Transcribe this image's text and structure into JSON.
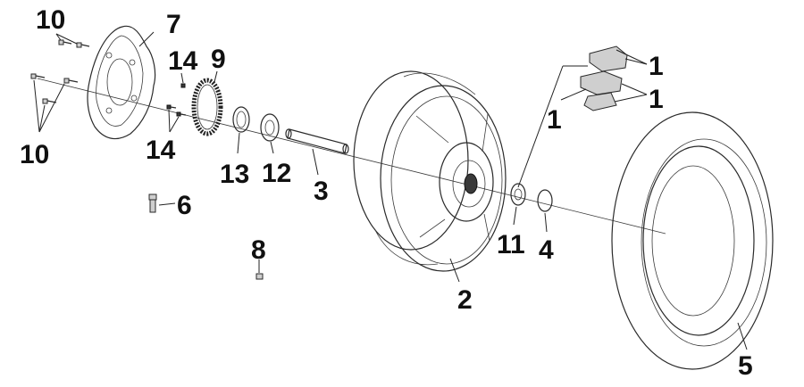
{
  "diagram": {
    "type": "exploded-parts-view",
    "callouts": [
      {
        "id": "c10a",
        "label": "10"
      },
      {
        "id": "c10b",
        "label": "10"
      },
      {
        "id": "c7",
        "label": "7"
      },
      {
        "id": "c14a",
        "label": "14"
      },
      {
        "id": "c14b",
        "label": "14"
      },
      {
        "id": "c9",
        "label": "9"
      },
      {
        "id": "c13",
        "label": "13"
      },
      {
        "id": "c12",
        "label": "12"
      },
      {
        "id": "c3",
        "label": "3"
      },
      {
        "id": "c6",
        "label": "6"
      },
      {
        "id": "c8",
        "label": "8"
      },
      {
        "id": "c2",
        "label": "2"
      },
      {
        "id": "c11",
        "label": "11"
      },
      {
        "id": "c4",
        "label": "4"
      },
      {
        "id": "c5",
        "label": "5"
      },
      {
        "id": "c1a",
        "label": "1"
      },
      {
        "id": "c1b",
        "label": "1"
      },
      {
        "id": "c1c",
        "label": "1"
      }
    ],
    "parts": [
      {
        "number": "1",
        "name": "damper-rubber"
      },
      {
        "number": "2",
        "name": "rear-wheel-rim"
      },
      {
        "number": "3",
        "name": "axle-collar"
      },
      {
        "number": "4",
        "name": "circlip"
      },
      {
        "number": "5",
        "name": "tire"
      },
      {
        "number": "6",
        "name": "valve"
      },
      {
        "number": "7",
        "name": "brake-disc"
      },
      {
        "number": "8",
        "name": "balance-weight"
      },
      {
        "number": "9",
        "name": "sensor-ring"
      },
      {
        "number": "10",
        "name": "disc-bolt"
      },
      {
        "number": "11",
        "name": "bearing"
      },
      {
        "number": "12",
        "name": "bearing"
      },
      {
        "number": "13",
        "name": "oil-seal"
      },
      {
        "number": "14",
        "name": "screw"
      }
    ]
  }
}
